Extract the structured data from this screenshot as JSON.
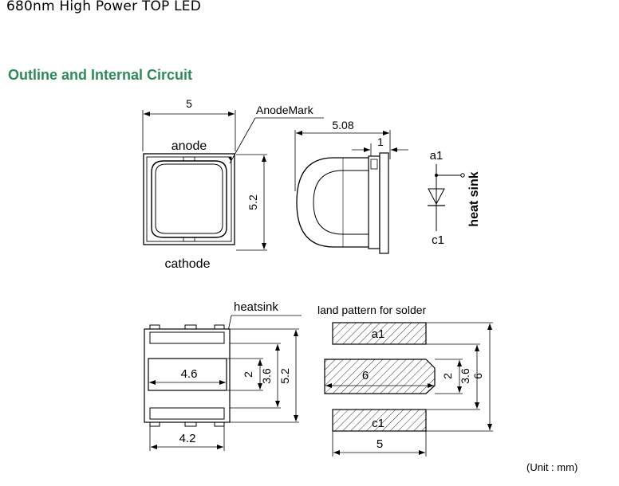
{
  "title": "680nm High Power TOP LED",
  "section_title": "Outline and Internal Circuit",
  "section_color": "#2e8b57",
  "unit_note": "(Unit : mm)",
  "top_view": {
    "width_dim": "5",
    "height_dim": "5.2",
    "anode_label": "anode",
    "cathode_label": "cathode",
    "anode_mark_label": "AnodeMark"
  },
  "side_view": {
    "total_dim": "5.08",
    "base_dim": "1"
  },
  "circuit": {
    "anode": "a1",
    "cathode": "c1",
    "heatsink": "heat sink"
  },
  "bottom_view": {
    "heatsink_label": "heatsink",
    "pad_width": "4.6",
    "inner_h": "2",
    "mid_h": "3.6",
    "outer_h": "5.2",
    "bottom_w": "4.2"
  },
  "land_pattern": {
    "label": "land pattern for solder",
    "pad_a": "a1",
    "pad_c": "c1",
    "center_w": "6",
    "inner_h": "2",
    "mid_h": "3.6",
    "total_h": "6",
    "pad_w": "5"
  }
}
